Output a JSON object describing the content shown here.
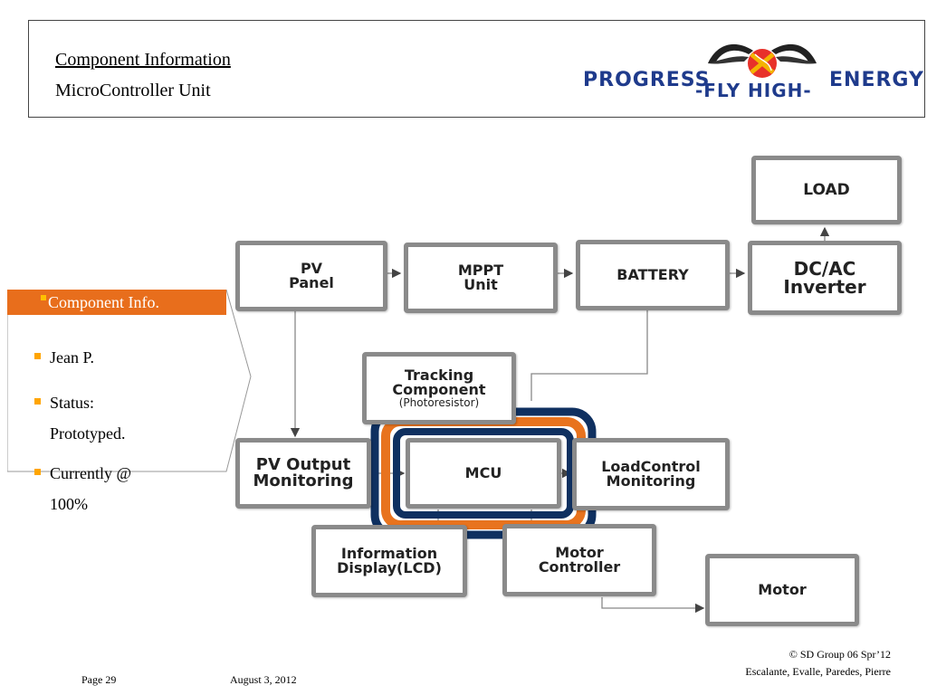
{
  "header": {
    "title": "Component Information",
    "subtitle": "MicroController Unit"
  },
  "logo": {
    "left": "PROGRESS",
    "middle": "-FLY HIGH-",
    "right": "ENERGY"
  },
  "info_panel": {
    "heading": "Component Info.",
    "bullets": [
      "Jean P.",
      "Status: Prototyped.",
      "Currently @ 100%"
    ]
  },
  "diagram": {
    "blocks": {
      "load": "LOAD",
      "pv_panel": [
        "PV",
        "Panel"
      ],
      "mppt": [
        "MPPT",
        "Unit"
      ],
      "battery": "BATTERY",
      "inverter": [
        "DC/AC",
        "Inverter"
      ],
      "tracking": [
        "Tracking",
        "Component",
        "(Photoresistor)"
      ],
      "pv_output": [
        "PV Output",
        "Monitoring"
      ],
      "mcu": "MCU",
      "load_control": [
        "LoadControl",
        "Monitoring"
      ],
      "info_display": [
        "Information",
        "Display(LCD)"
      ],
      "motor_controller": [
        "Motor",
        "Controller"
      ],
      "motor": "Motor"
    },
    "highlight_colors": {
      "outer": "#0f3060",
      "middle": "#e8731e",
      "inner": "#0f3060"
    }
  },
  "footer": {
    "copyright": "© SD Group 06 Spr’12",
    "authors": "Escalante, Evalle, Paredes, Pierre",
    "page": "Page 29",
    "date": "August 3, 2012"
  }
}
